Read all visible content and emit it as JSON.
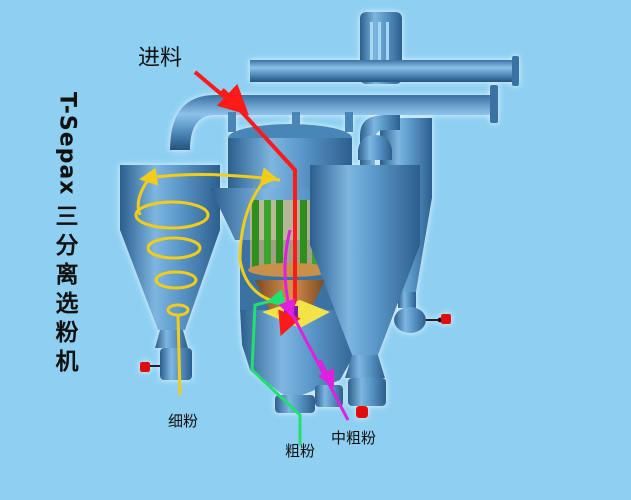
{
  "title": {
    "latin": "T-Sepax",
    "cjk_chars": [
      "三",
      "分",
      "离",
      "选",
      "粉",
      "机"
    ],
    "full": "T-Sepax 三分离选粉机"
  },
  "labels": {
    "feed": "进料",
    "fine_powder": "细粉",
    "coarse_powder": "粗粉",
    "medium_coarse_powder": "中粗粉"
  },
  "colors": {
    "background": "#8fd0f2",
    "machine_body": "#4a86b8",
    "machine_dark": "#2c5f8d",
    "machine_light": "#7db6e0",
    "feed_arrow": "#ff1a1a",
    "fine_flow": "#f2cc1a",
    "coarse_flow": "#22e070",
    "medium_flow": "#e020e0",
    "rotor_green": "#2e8f1e",
    "cone_brown": "#b8733a",
    "valve_red": "#e01010"
  }
}
